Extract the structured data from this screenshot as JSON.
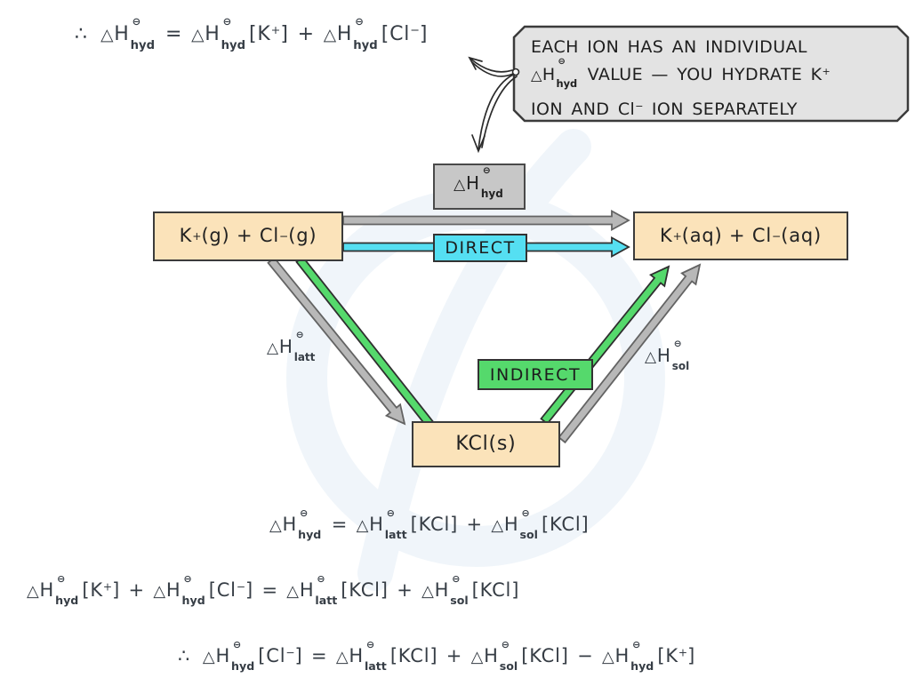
{
  "symbols": {
    "delta": "△",
    "standard": "⊖",
    "therefore": "∴"
  },
  "colors": {
    "bg": "#ffffff",
    "ink": "#2e3338",
    "eq_ink": "#363d45",
    "box_fill": "#fbe3ba",
    "box_border": "#3b3b3b",
    "cyan_fill": "#55dff2",
    "green_fill": "#55d96c",
    "gray_fill": "#c7c7c7",
    "callout_fill": "#e3e3e3",
    "arrow_gray": "#b8b8b8",
    "arrow_gray_outline": "#636363",
    "watermark": "#e4eef6"
  },
  "callout": {
    "tokens": [
      {
        "t": "txt",
        "v": "EACH ION HAS AN INDIVIDUAL"
      },
      {
        "t": "br"
      },
      {
        "t": "dh",
        "sub": "hyd"
      },
      {
        "t": "txt",
        "v": " VALUE — YOU HYDRATE K"
      },
      {
        "t": "sup",
        "v": "+"
      },
      {
        "t": "br"
      },
      {
        "t": "txt",
        "v": "ION AND Cl"
      },
      {
        "t": "sup",
        "v": "−"
      },
      {
        "t": "txt",
        "v": " ION SEPARATELY"
      }
    ]
  },
  "equations": {
    "top": [
      {
        "t": "therefore"
      },
      {
        "t": "dh",
        "sub": "hyd"
      },
      {
        "t": "op",
        "v": "="
      },
      {
        "t": "dh",
        "sub": "hyd"
      },
      {
        "t": "arg",
        "base": "K",
        "chg": "+"
      },
      {
        "t": "op",
        "v": "+"
      },
      {
        "t": "dh",
        "sub": "hyd"
      },
      {
        "t": "arg",
        "base": "Cl",
        "chg": "−"
      }
    ],
    "eq1": [
      {
        "t": "dh",
        "sub": "hyd"
      },
      {
        "t": "op",
        "v": "="
      },
      {
        "t": "dh",
        "sub": "latt"
      },
      {
        "t": "arg",
        "base": "KCl",
        "chg": ""
      },
      {
        "t": "op",
        "v": "+"
      },
      {
        "t": "dh",
        "sub": "sol"
      },
      {
        "t": "arg",
        "base": "KCl",
        "chg": ""
      }
    ],
    "eq2": [
      {
        "t": "dh",
        "sub": "hyd"
      },
      {
        "t": "arg",
        "base": "K",
        "chg": "+"
      },
      {
        "t": "op",
        "v": "+"
      },
      {
        "t": "dh",
        "sub": "hyd"
      },
      {
        "t": "arg",
        "base": "Cl",
        "chg": "−"
      },
      {
        "t": "op",
        "v": "="
      },
      {
        "t": "dh",
        "sub": "latt"
      },
      {
        "t": "arg",
        "base": "KCl",
        "chg": ""
      },
      {
        "t": "op",
        "v": "+"
      },
      {
        "t": "dh",
        "sub": "sol"
      },
      {
        "t": "arg",
        "base": "KCl",
        "chg": ""
      }
    ],
    "eq3": [
      {
        "t": "therefore"
      },
      {
        "t": "dh",
        "sub": "hyd"
      },
      {
        "t": "arg",
        "base": "Cl",
        "chg": "−"
      },
      {
        "t": "op",
        "v": "="
      },
      {
        "t": "dh",
        "sub": "latt"
      },
      {
        "t": "arg",
        "base": "KCl",
        "chg": ""
      },
      {
        "t": "op",
        "v": "+"
      },
      {
        "t": "dh",
        "sub": "sol"
      },
      {
        "t": "arg",
        "base": "KCl",
        "chg": ""
      },
      {
        "t": "op",
        "v": "−"
      },
      {
        "t": "dh",
        "sub": "hyd"
      },
      {
        "t": "arg",
        "base": "K",
        "chg": "+"
      }
    ]
  },
  "diagram": {
    "hyd_box": [
      {
        "t": "dh",
        "sub": "hyd"
      }
    ],
    "gaseous_ions_box": [
      {
        "t": "txt",
        "v": "K"
      },
      {
        "t": "sup",
        "v": "+"
      },
      {
        "t": "txt",
        "v": "(g) + Cl"
      },
      {
        "t": "sup",
        "v": "−"
      },
      {
        "t": "txt",
        "v": "(g)"
      }
    ],
    "aqueous_ions_box": [
      {
        "t": "txt",
        "v": "K"
      },
      {
        "t": "sup",
        "v": "+"
      },
      {
        "t": "txt",
        "v": "(aq) + Cl"
      },
      {
        "t": "sup",
        "v": "−"
      },
      {
        "t": "txt",
        "v": "(aq)"
      }
    ],
    "kcl_solid_box": [
      {
        "t": "txt",
        "v": "KCl(s)"
      }
    ],
    "direct_label": "DIRECT",
    "indirect_label": "INDIRECT",
    "latt_label": [
      {
        "t": "dh",
        "sub": "latt"
      }
    ],
    "sol_label": [
      {
        "t": "dh",
        "sub": "sol"
      }
    ]
  }
}
